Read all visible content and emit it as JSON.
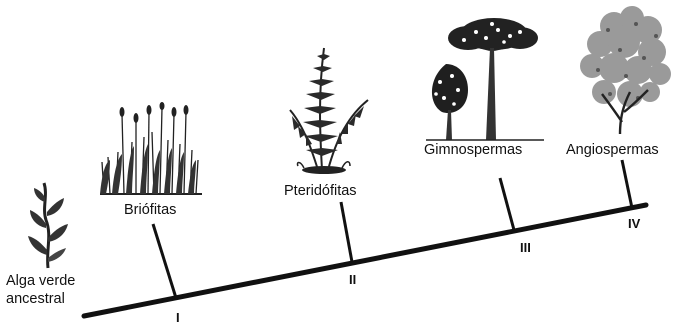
{
  "diagram": {
    "labels": {
      "alga": [
        "Alga verde",
        "ancestral"
      ],
      "briofitas": "Briófitas",
      "pteridofitas": "Pteridófitas",
      "gimnospermas": "Gimnospermas",
      "angiospermas": "Angiospermas"
    },
    "nodes": [
      "I",
      "II",
      "III",
      "IV"
    ],
    "colors": {
      "ink": "#111111",
      "dark_foliage": "#222222",
      "grey_foliage": "#9a9a9a",
      "background": "#ffffff"
    },
    "icons": {
      "alga": "seaweed-icon",
      "briofitas": "moss-icon",
      "pteridofitas": "fern-icon",
      "gimnospermas": "conifer-icon",
      "angiospermas": "flowering-tree-icon"
    }
  }
}
